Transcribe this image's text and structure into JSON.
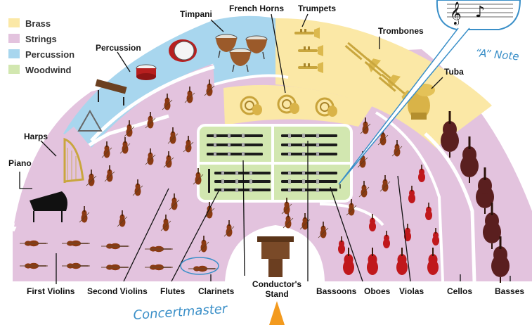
{
  "legend": [
    {
      "label": "Brass",
      "color": "#fbe8a6"
    },
    {
      "label": "Strings",
      "color": "#e3c3de"
    },
    {
      "label": "Percussion",
      "color": "#a8d6ee"
    },
    {
      "label": "Woodwind",
      "color": "#d2e7b0"
    }
  ],
  "sections": {
    "timpani": "Timpani",
    "french_horns": "French Horns",
    "trumpets": "Trumpets",
    "trombones": "Trombones",
    "tuba": "Tuba",
    "percussion": "Percussion",
    "harps": "Harps",
    "piano": "Piano",
    "first_violins": "First Violins",
    "second_violins": "Second Violins",
    "flutes": "Flutes",
    "clarinets": "Clarinets",
    "conductors_stand_line1": "Conductor's",
    "conductors_stand_line2": "Stand",
    "bassoons": "Bassoons",
    "oboes": "Oboes",
    "violas": "Violas",
    "cellos": "Cellos",
    "basses": "Basses"
  },
  "annotations": {
    "concertmaster": "Concertmaster",
    "a_note": "“A” Note"
  },
  "colors": {
    "brass": "#fbe8a6",
    "strings": "#e3c3de",
    "percussion": "#a8d6ee",
    "woodwind": "#d2e7b0",
    "woodwind_border": "#ffffff",
    "accent_arrow": "#f39a1e",
    "annotation_blue": "#3a8fc8"
  },
  "icons": {
    "treble_clef": "treble-clef-icon",
    "eighth_note": "eighth-note-icon",
    "podium": "conductor-podium-icon",
    "arrow": "audience-arrow-icon"
  }
}
